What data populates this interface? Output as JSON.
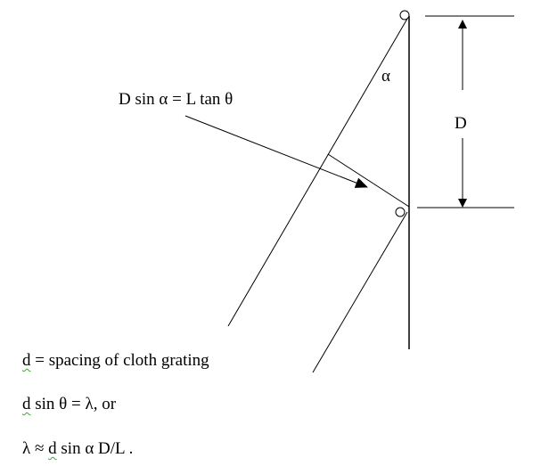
{
  "labels": {
    "relation": "D sin α = L tan θ",
    "alpha": "α",
    "D": "D"
  },
  "notes": [
    {
      "var": "d",
      "text": " = spacing of cloth grating"
    },
    {
      "var": "d",
      "text": " sin θ = λ,  or"
    },
    {
      "prefix": "λ ≈ ",
      "var": "d",
      "text": " sin α  D/L ."
    }
  ]
}
